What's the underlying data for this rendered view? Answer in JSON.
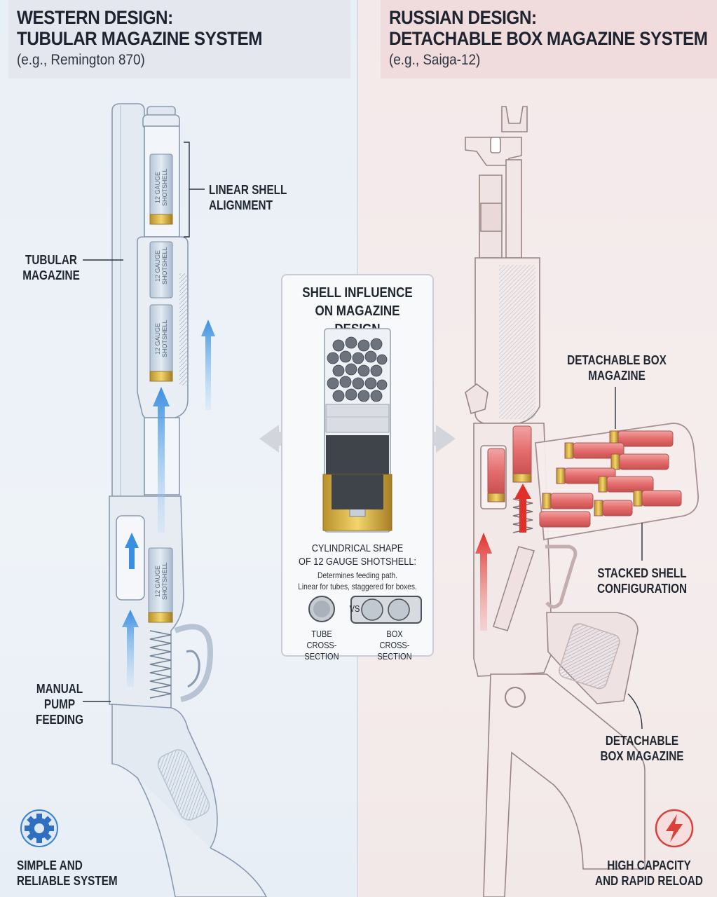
{
  "left": {
    "title_line1": "WESTERN DESIGN:",
    "title_line2": "TUBULAR MAGAZINE SYSTEM",
    "subtitle": "(e.g., Remington 870)",
    "labels": {
      "linear_shell_line1": "LINEAR SHELL",
      "linear_shell_line2": "ALIGNMENT",
      "tubular_line1": "TUBULAR",
      "tubular_line2": "MAGAZINE",
      "manual_line1": "MANUAL",
      "manual_line2": "PUMP",
      "manual_line3": "FEEDING",
      "simple_line1": "SIMPLE AND",
      "simple_line2": "RELIABLE SYSTEM"
    },
    "shell_text_line1": "12 GAUGE",
    "shell_text_line2": "SHOTSHELL",
    "icon": "gear-icon",
    "accent": "#3b8fe0"
  },
  "right": {
    "title_line1": "RUSSIAN DESIGN:",
    "title_line2": "DETACHABLE BOX MAGAZINE SYSTEM",
    "subtitle": "(e.g., Saiga-12)",
    "labels": {
      "detachable_top_line1": "DETACHABLE BOX",
      "detachable_top_line2": "MAGAZINE",
      "stacked_line1": "STACKED SHELL",
      "stacked_line2": "CONFIGURATION",
      "detachable_bottom_line1": "DETACHABLE",
      "detachable_bottom_line2": "BOX MAGAZINE",
      "high_line1": "HIGH CAPACITY",
      "high_line2": "AND RAPID RELOAD"
    },
    "icon": "lightning-icon",
    "accent": "#d9413a"
  },
  "center": {
    "title_line1": "SHELL INFLUENCE",
    "title_line2": "ON MAGAZINE DESIGN",
    "caption_line1": "CYLINDRICAL SHAPE",
    "caption_line2": "OF 12 GAUGE SHOTSHELL:",
    "note_line1": "Determines feeding path.",
    "note_line2": "Linear for tubes, staggered for boxes.",
    "vs": "VS",
    "tube_line1": "TUBE",
    "tube_line2": "CROSS-SECTION",
    "box_line1": "BOX",
    "box_line2": "CROSS-SECTION"
  }
}
